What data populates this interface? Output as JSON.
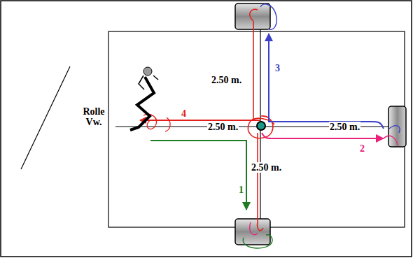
{
  "diagram": {
    "labels": [
      "2.50 m.",
      "3",
      "Rolle Vw.",
      "4",
      "2.50 m.",
      "2.50 m.",
      "2",
      "2.50 m.",
      "1"
    ]
  }
}
